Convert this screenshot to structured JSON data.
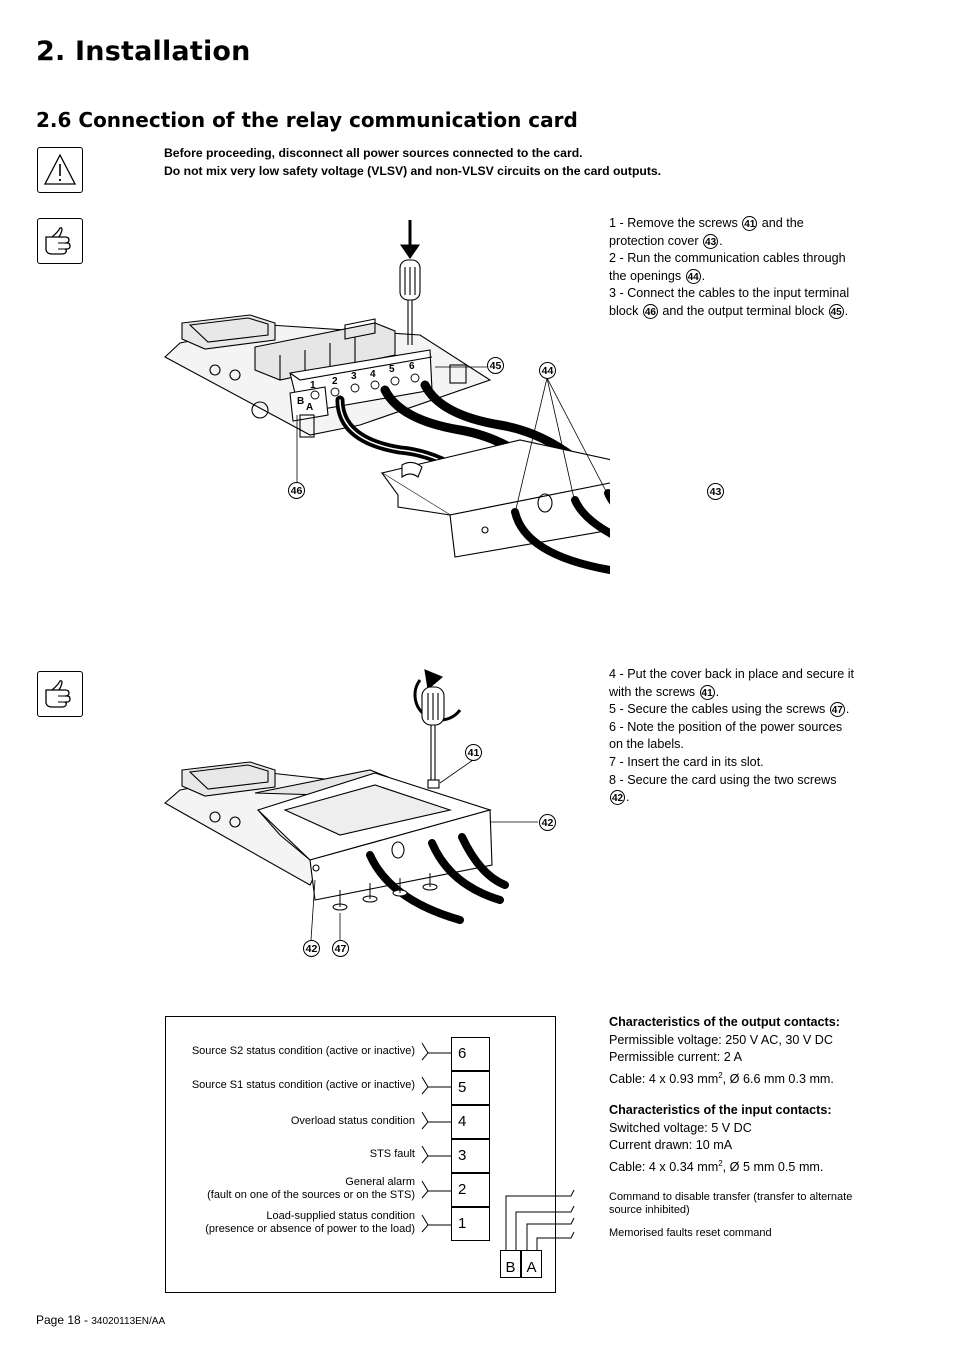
{
  "page": {
    "title": "2. Installation",
    "section_title": "2.6 Connection of the relay communication card"
  },
  "warning": {
    "line1": "Before proceeding, disconnect all power sources connected to the card.",
    "line2": "Do not mix very low safety voltage (VLSV) and non-VLSV circuits on the card outputs."
  },
  "steps_a": [
    {
      "pre": "1 - Remove the screws ",
      "ref": "41",
      "post": " and the"
    },
    {
      "pre": "protection cover ",
      "ref": "43",
      "post": "."
    },
    {
      "pre": "2 - Run the communication cables through",
      "ref": "",
      "post": ""
    },
    {
      "pre": "the openings ",
      "ref": "44",
      "post": "."
    },
    {
      "pre": "3 - Connect the cables to the input terminal",
      "ref": "",
      "post": ""
    },
    {
      "pre": "block ",
      "ref": "46",
      "post": " and the output terminal block ",
      "ref2": "45",
      "post2": "."
    }
  ],
  "steps_b": [
    {
      "pre": "4 - Put the cover back in place and secure it",
      "ref": "",
      "post": ""
    },
    {
      "pre": "with the screws ",
      "ref": "41",
      "post": "."
    },
    {
      "pre": "5 - Secure the cables using the screws ",
      "ref": "47",
      "post": "."
    },
    {
      "pre": "6 - Note the position of the power sources",
      "ref": "",
      "post": ""
    },
    {
      "pre": "on the labels.",
      "ref": "",
      "post": ""
    },
    {
      "pre": "7 - Insert the card in its slot.",
      "ref": "",
      "post": ""
    },
    {
      "pre": "8 - Secure the card using the two screws",
      "ref": "",
      "post": ""
    },
    {
      "pre": "",
      "ref": "42",
      "post": "."
    }
  ],
  "figure1": {
    "callouts": {
      "c45": "45",
      "c44": "44",
      "c46": "46",
      "c43": "43"
    },
    "terminal_numbers": [
      "1",
      "2",
      "3",
      "4",
      "5",
      "6"
    ],
    "input_labels": {
      "b": "B",
      "a": "A"
    }
  },
  "figure2": {
    "callouts": {
      "c41": "41",
      "c42r": "42",
      "c42b": "42",
      "c47": "47"
    }
  },
  "wiring": {
    "outputs": [
      {
        "label": "Source S2 status condition (active or inactive)",
        "num": "6"
      },
      {
        "label": "Source S1 status condition (active or inactive)",
        "num": "5"
      },
      {
        "label": "Overload status condition",
        "num": "4"
      },
      {
        "label": "STS fault",
        "num": "3"
      },
      {
        "label": "General alarm",
        "label2": "(fault on one of the sources or on the STS)",
        "num": "2"
      },
      {
        "label": "Load-supplied status condition",
        "label2": "(presence or absence of power to the load)",
        "num": "1"
      }
    ],
    "inputs": {
      "b": "B",
      "a": "A"
    }
  },
  "output_contacts": {
    "heading": "Characteristics of the output contacts:",
    "voltage": "Permissible voltage: 250 V AC, 30 V DC",
    "current": "Permissible current: 2 A",
    "cable_pre": "Cable: 4 x 0.93 mm",
    "cable_sup": "2",
    "cable_post": ", Ø 6.6 mm    0.3 mm."
  },
  "input_contacts": {
    "heading": "Characteristics of the input contacts:",
    "voltage": "Switched voltage: 5 V DC",
    "current": "Current drawn: 10 mA",
    "cable_pre": "Cable: 4 x 0.34 mm",
    "cable_sup": "2",
    "cable_post": ", Ø 5 mm    0.5 mm."
  },
  "commands": {
    "disable_1": "Command to disable transfer (transfer to alternate",
    "disable_2": "source inhibited)",
    "reset": "Memorised faults reset command"
  },
  "footer": {
    "page": "Page 18 - ",
    "code": "34020113EN/AA"
  }
}
